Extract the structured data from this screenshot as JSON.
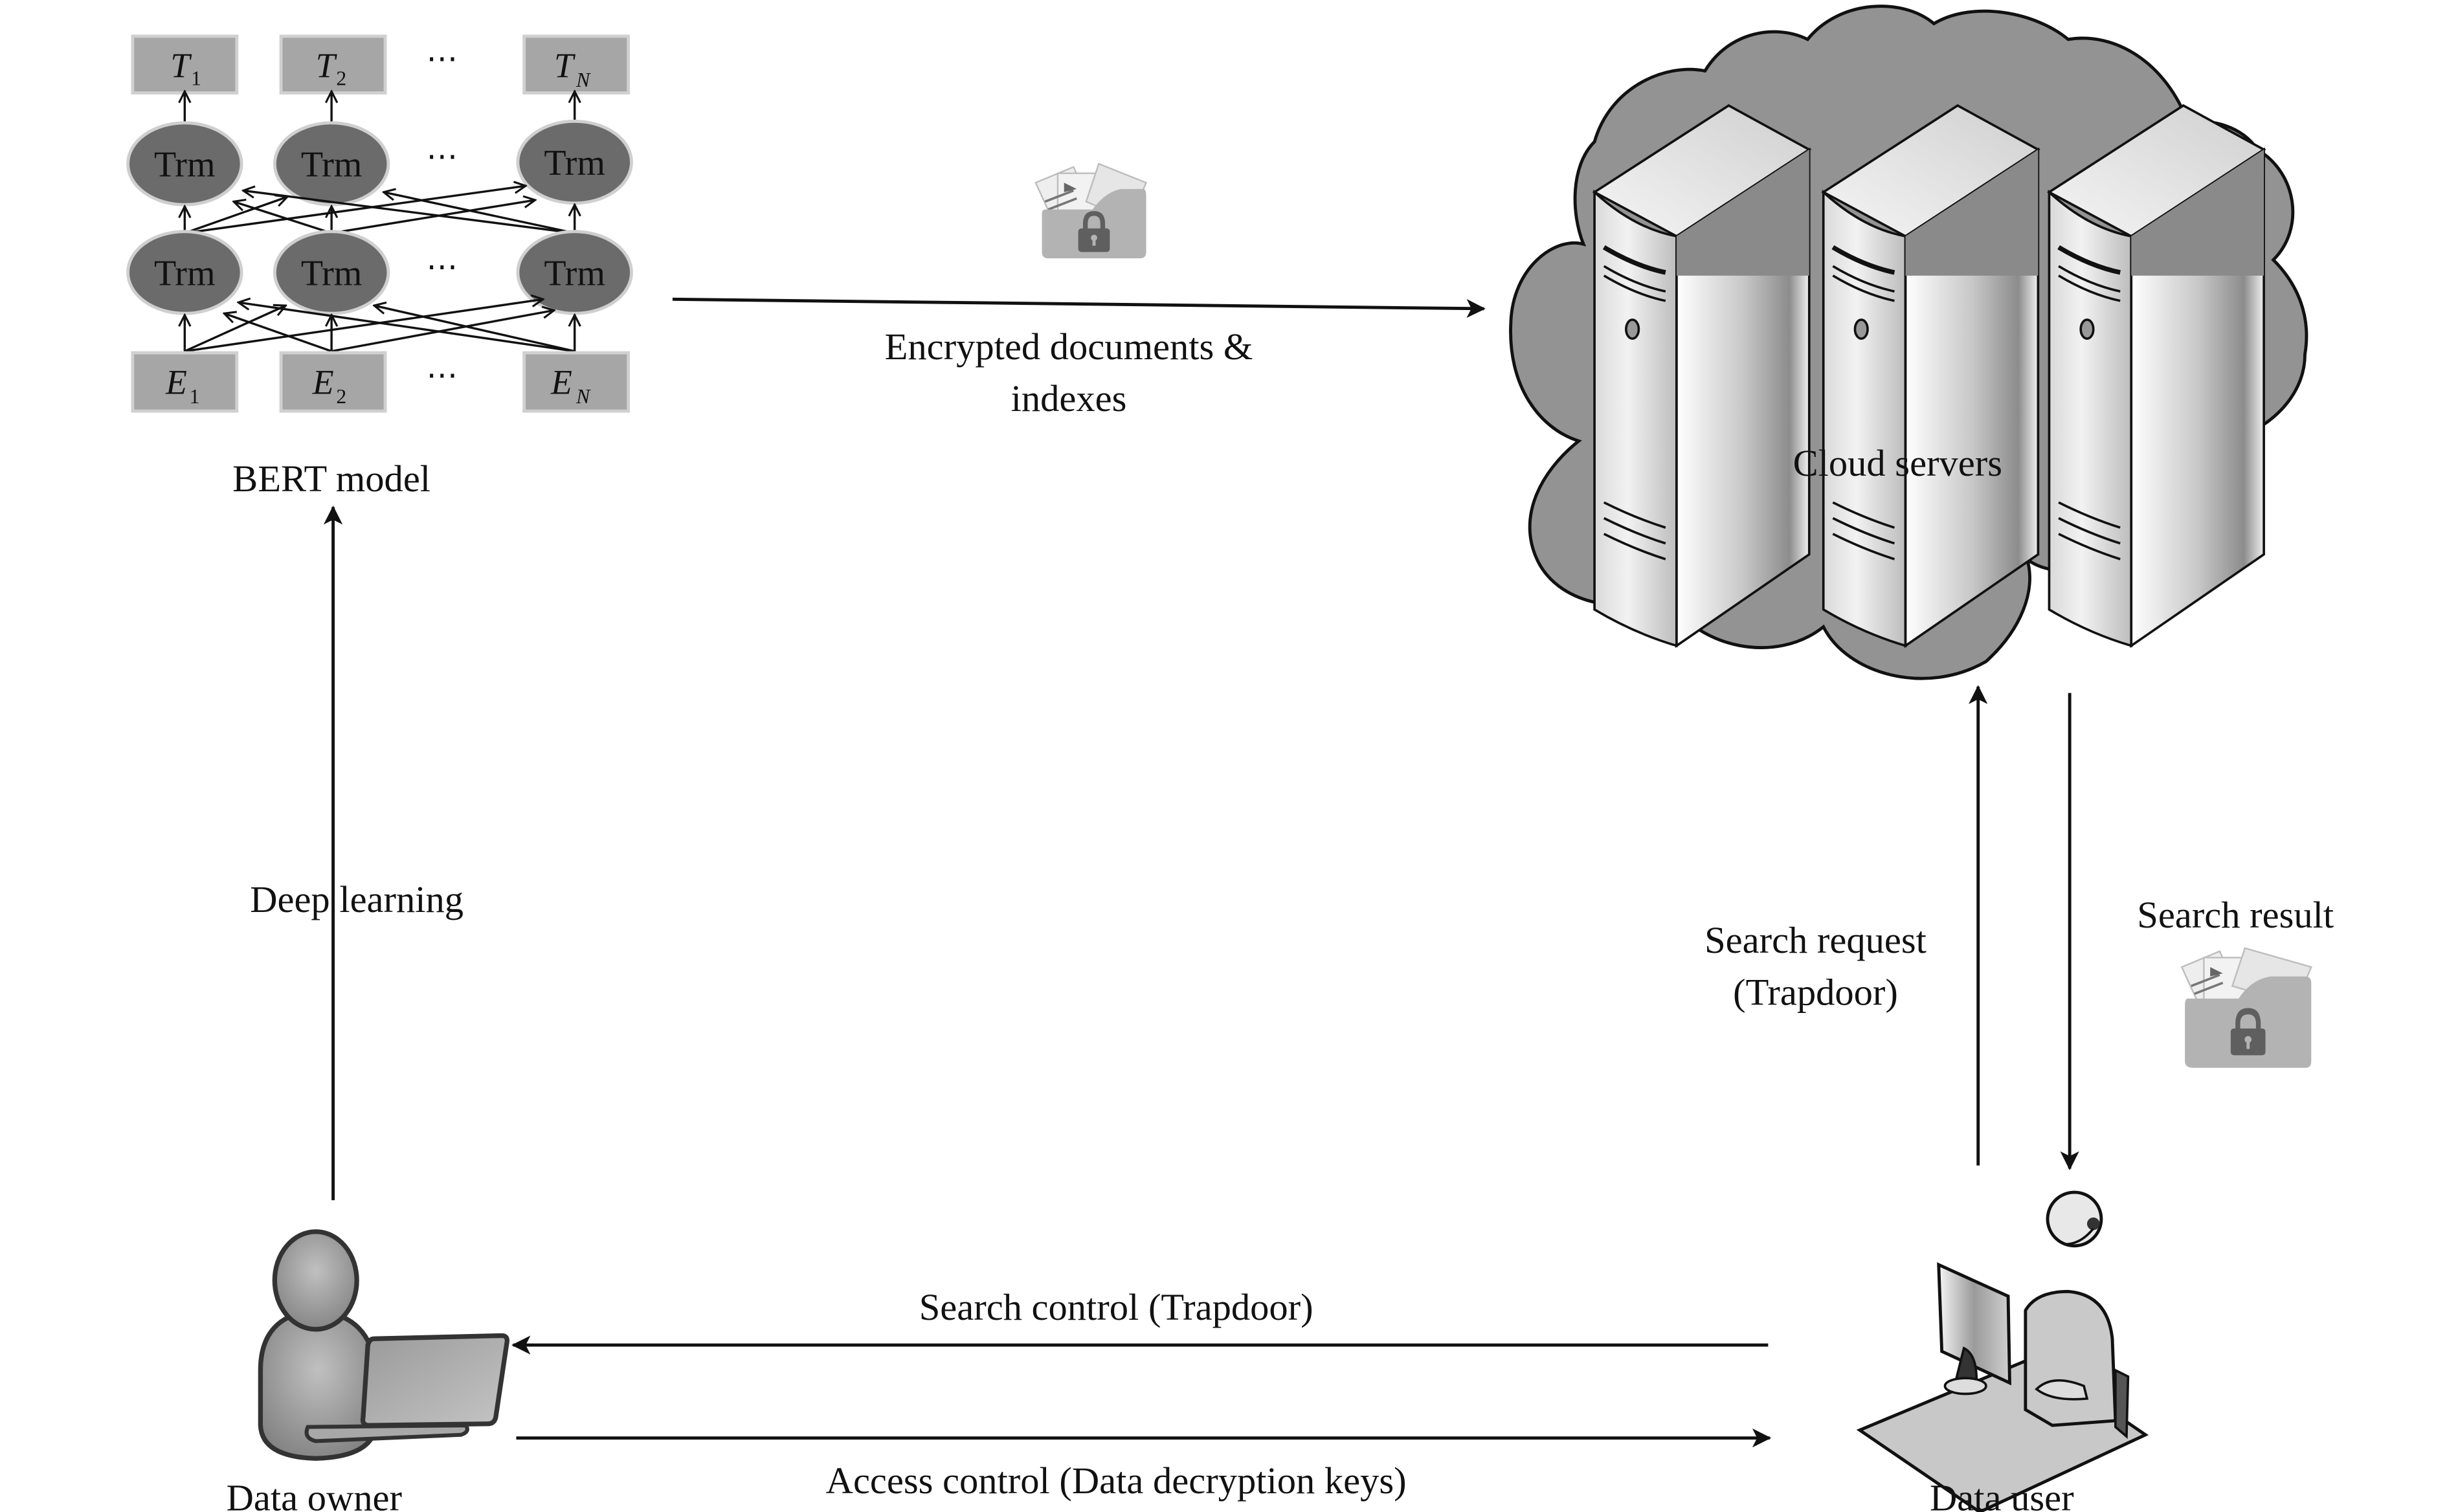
{
  "bert": {
    "title": "BERT model",
    "outputs": [
      {
        "base": "T",
        "sub": "1"
      },
      {
        "base": "T",
        "sub": "2"
      },
      {
        "base": "T",
        "sub": "N"
      }
    ],
    "inputs": [
      {
        "base": "E",
        "sub": "1"
      },
      {
        "base": "E",
        "sub": "2"
      },
      {
        "base": "E",
        "sub": "N"
      }
    ],
    "node_label": "Trm",
    "ellipsis": "⋯"
  },
  "cloud": {
    "label": "Cloud servers",
    "server_count": 3
  },
  "actors": {
    "owner": "Data owner",
    "user": "Data user"
  },
  "flows": {
    "upload_line1": "Encrypted documents &",
    "upload_line2": "indexes",
    "deep_learning": "Deep learning",
    "request_line1": "Search request",
    "request_line2": "(Trapdoor)",
    "result": "Search result",
    "search_control": "Search control (Trapdoor)",
    "access_control": "Access control (Data decryption keys)"
  },
  "colors": {
    "box_fill": "#a6a6a6",
    "trm_fill": "#6b6b6b",
    "cloud_fill": "#939393",
    "folder_fill": "#b3b3b3",
    "lock_fill": "#5f5f5f",
    "ink": "#111111"
  }
}
